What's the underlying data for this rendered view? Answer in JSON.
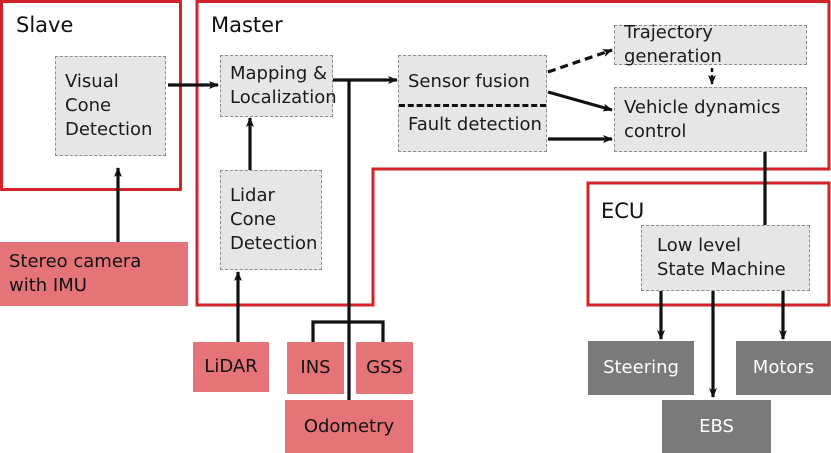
{
  "colors": {
    "region_border": "#d2232a",
    "process_fill": "#e6e6e6",
    "process_border": "#8c8c8c",
    "sensor_fill": "#e57478",
    "actuator_fill": "#7a7a7a",
    "arrow": "#111111"
  },
  "regions": {
    "slave": "Slave",
    "master": "Master",
    "ecu": "ECU"
  },
  "nodes": {
    "visual_cone_detection": "Visual\nCone\nDetection",
    "mapping_localization": "Mapping &\nLocalization",
    "lidar_cone_detection": "Lidar\nCone\nDetection",
    "sensor_fusion": "Sensor fusion",
    "fault_detection": "Fault detection",
    "trajectory_generation": "Trajectory generation",
    "vehicle_dynamics_control": "Vehicle dynamics\ncontrol",
    "low_level_state_machine": "Low level\nState Machine",
    "stereo_camera": "Stereo camera\nwith IMU",
    "lidar": "LiDAR",
    "ins": "INS",
    "gss": "GSS",
    "odometry": "Odometry",
    "steering": "Steering",
    "motors": "Motors",
    "ebs": "EBS"
  },
  "edges": [
    {
      "from": "Stereo camera with IMU",
      "to": "Visual Cone Detection",
      "style": "solid"
    },
    {
      "from": "Visual Cone Detection",
      "to": "Mapping & Localization",
      "style": "solid"
    },
    {
      "from": "LiDAR",
      "to": "Lidar Cone Detection",
      "style": "solid"
    },
    {
      "from": "Lidar Cone Detection",
      "to": "Mapping & Localization",
      "style": "solid"
    },
    {
      "from": "Mapping & Localization",
      "to": "Sensor fusion",
      "style": "solid"
    },
    {
      "from": "INS / GSS / Odometry",
      "to": "Sensor fusion",
      "style": "solid"
    },
    {
      "from": "Sensor fusion",
      "to": "Trajectory generation",
      "style": "dashed"
    },
    {
      "from": "Trajectory generation",
      "to": "Vehicle dynamics control",
      "style": "dashed"
    },
    {
      "from": "Sensor fusion",
      "to": "Vehicle dynamics control",
      "style": "solid"
    },
    {
      "from": "Fault detection",
      "to": "Vehicle dynamics control",
      "style": "solid"
    },
    {
      "from": "Vehicle dynamics control",
      "to": "Low level State Machine",
      "style": "solid"
    },
    {
      "from": "Low level State Machine",
      "to": "Steering",
      "style": "solid"
    },
    {
      "from": "Low level State Machine",
      "to": "EBS",
      "style": "solid"
    },
    {
      "from": "Low level State Machine",
      "to": "Motors",
      "style": "solid"
    }
  ]
}
